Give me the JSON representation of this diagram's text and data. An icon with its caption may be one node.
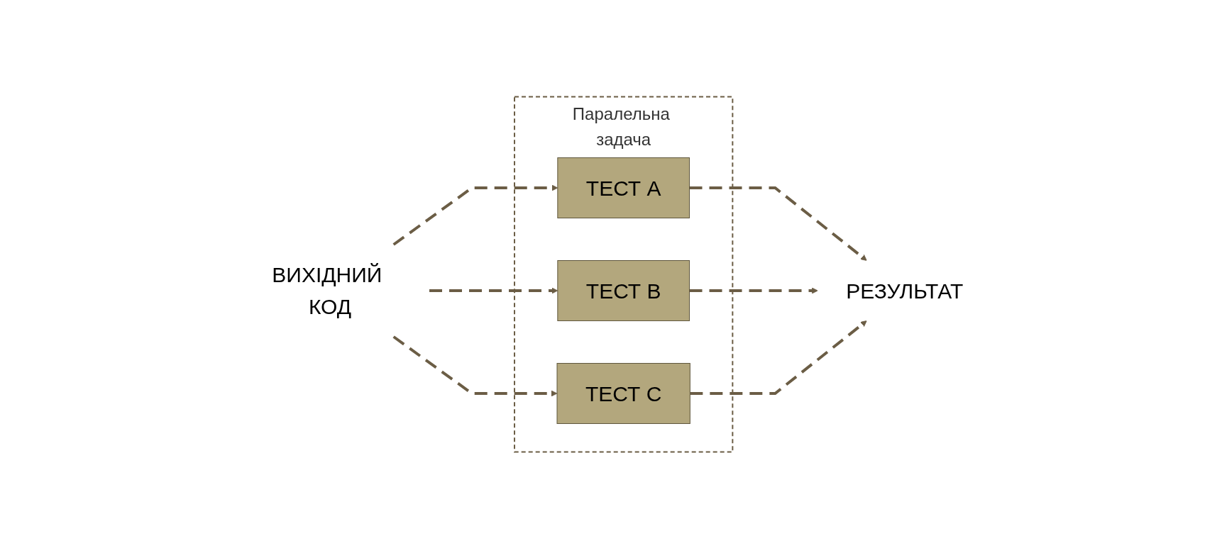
{
  "diagram": {
    "nodes": [
      {
        "text": [
          "ВИХІДНИЙ КОД"
        ]
      },
      {
        "text": [
          "Паралельна задача"
        ]
      },
      {
        "text": [
          "ТЕСТ A"
        ],
        "in": 1
      },
      {
        "text": [
          "ТЕСТ B"
        ],
        "in": 1
      },
      {
        "text": [
          "ТЕСТ C"
        ],
        "in": 1
      },
      {
        "text": [
          "РЕЗУЛЬТАТ"
        ]
      }
    ],
    "edges": [
      {
        "from": 0,
        "to": 2,
        "arrow": "to",
        "style": "dashed"
      },
      {
        "from": 0,
        "to": 3,
        "arrow": "to",
        "style": "dashed"
      },
      {
        "from": 0,
        "to": 4,
        "arrow": "to",
        "style": "dashed"
      },
      {
        "from": 2,
        "to": 5,
        "arrow": "to",
        "style": "dashed"
      },
      {
        "from": 3,
        "to": 5,
        "arrow": "to",
        "style": "dashed"
      },
      {
        "from": 4,
        "to": 5,
        "arrow": "to",
        "style": "dashed"
      }
    ]
  }
}
